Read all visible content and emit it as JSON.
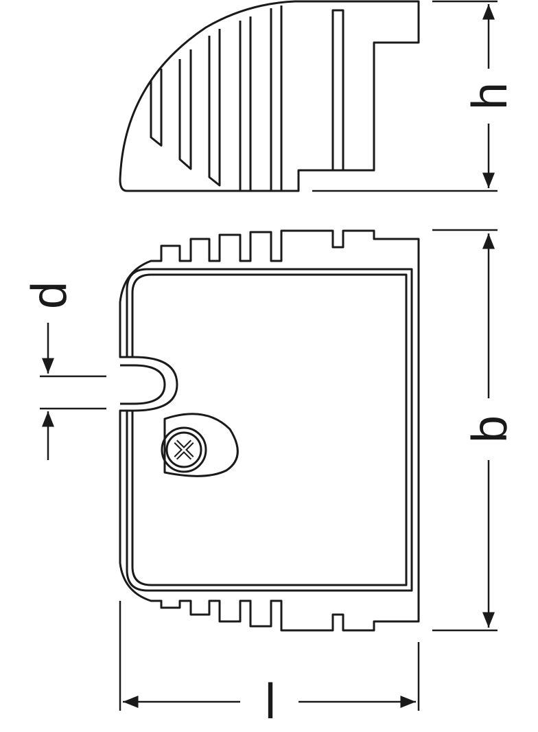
{
  "diagram": {
    "labels": {
      "height": "h",
      "width": "b",
      "diameter": "d",
      "length": "l"
    },
    "line_color": "#1a1a1a",
    "background": "#ffffff"
  }
}
